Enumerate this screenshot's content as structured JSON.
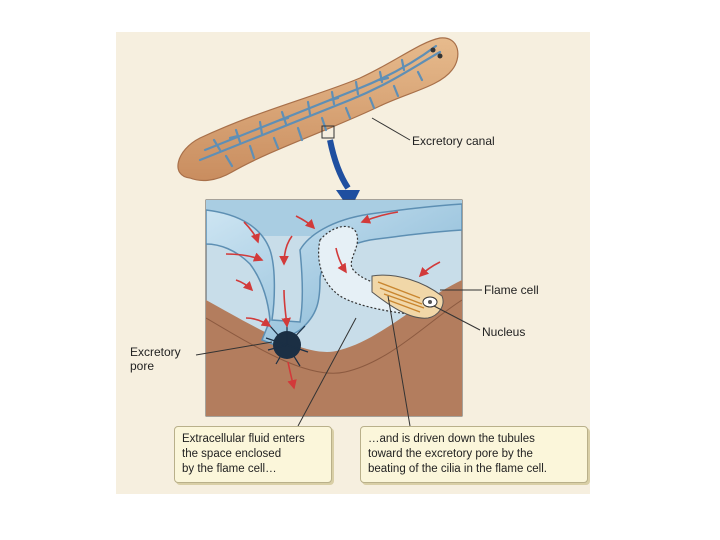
{
  "labels": {
    "excretory_canal": "Excretory canal",
    "flame_cell": "Flame cell",
    "nucleus": "Nucleus",
    "excretory_pore": "Excretory\npore"
  },
  "captions": {
    "left": "Extracellular fluid enters\nthe space enclosed\nby the flame cell…",
    "right": "…and is driven down the tubules\ntoward the excretory pore by the\nbeating of the cilia in the flame cell."
  },
  "colors": {
    "worm_body": "#d9a778",
    "canal_blue": "#6fa6c8",
    "tissue": "#b37d5e",
    "fluid_arrow": "#d23a3a",
    "pointer_arrow": "#1f4fa0",
    "caption_bg": "#fbf6da"
  }
}
